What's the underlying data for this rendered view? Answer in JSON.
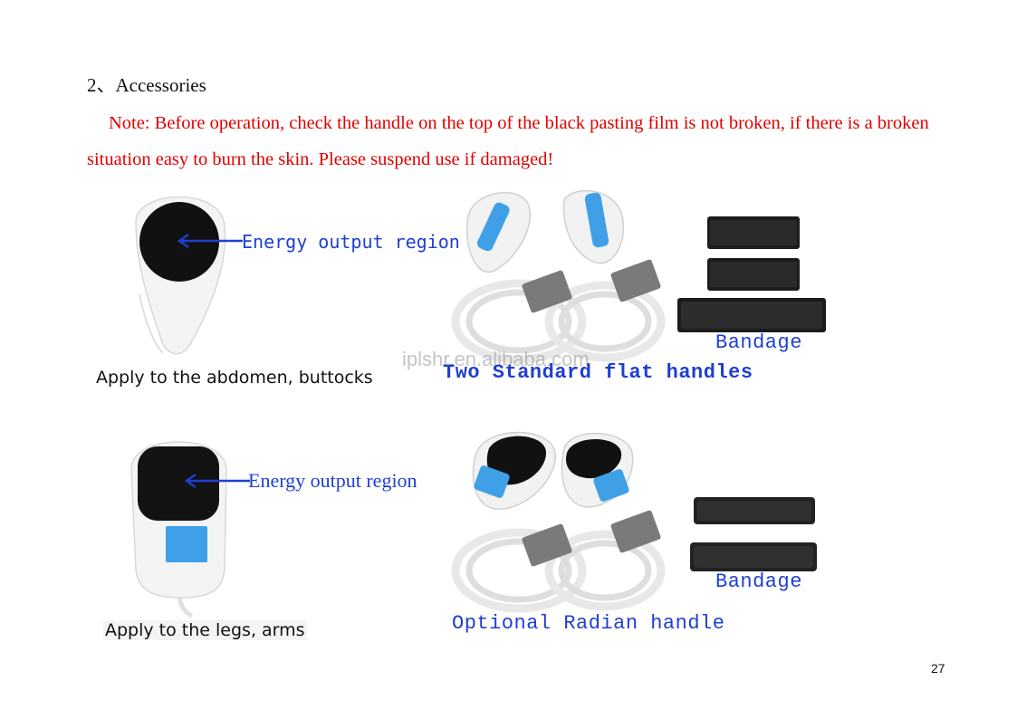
{
  "section": {
    "heading": "2、Accessories",
    "note": "Note: Before operation, check the handle on the top of the black pasting film is not broken, if there is a broken situation easy to burn the skin. Please suspend use if damaged!"
  },
  "figure_top": {
    "energy_label": "Energy output region",
    "caption": "Apply to the abdomen, buttocks",
    "handles_label": "Two Standard flat handles",
    "bandage_label": "Bandage",
    "watermark": "iplshr.en.alibaba.com"
  },
  "figure_bottom": {
    "energy_label": "Energy output region",
    "caption": "Apply to the legs, arms",
    "handles_label": "Optional Radian handle",
    "bandage_label": "Bandage"
  },
  "footer": {
    "page_number": "27"
  },
  "colors": {
    "note_red": "#e00000",
    "label_blue": "#1f3fd0",
    "handle_blue": "#3fa0e8"
  }
}
